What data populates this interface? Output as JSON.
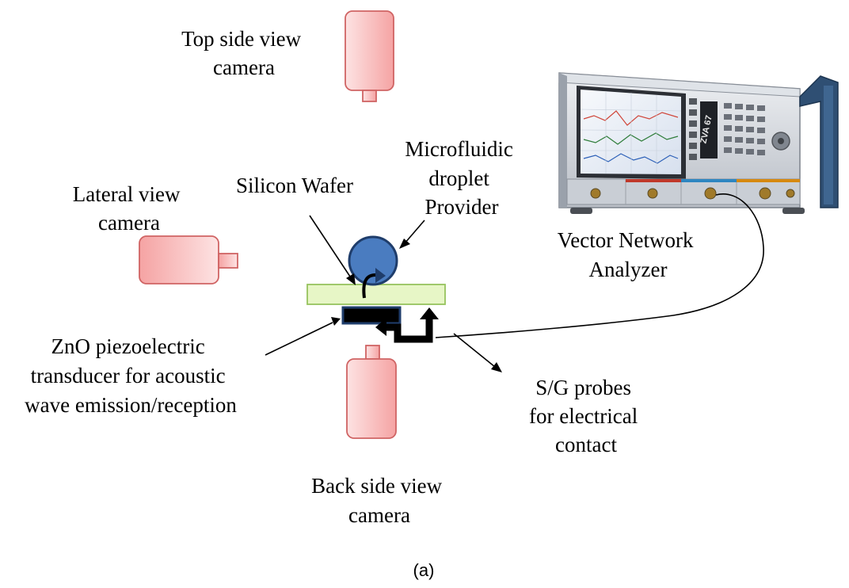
{
  "colors": {
    "camera_fill_light": "#fde3e3",
    "camera_fill_dark": "#f5a3a3",
    "camera_stroke": "#d06464",
    "wafer_fill": "#e7f6c6",
    "wafer_stroke": "#97c35e",
    "droplet_fill": "#4a7cc0",
    "droplet_stroke": "#1f3d6b",
    "transducer_fill": "#000000",
    "transducer_stroke": "#1f3d6b",
    "probe_color": "#000000"
  },
  "labels": {
    "top_camera": [
      "Top side view",
      "camera"
    ],
    "lateral_camera": [
      "Lateral view",
      "camera"
    ],
    "silicon_wafer": [
      "Silicon Wafer"
    ],
    "droplet_provider": [
      "Microfluidic",
      "droplet",
      "Provider"
    ],
    "vna": [
      "Vector Network",
      "Analyzer"
    ],
    "transducer": [
      "ZnO piezoelectric",
      "transducer for acoustic",
      "wave emission/reception"
    ],
    "probes": [
      "S/G probes",
      "for electrical",
      "contact"
    ],
    "back_camera": [
      "Back side view",
      "camera"
    ],
    "caption": "(a)"
  },
  "instrument": {
    "model_text": "ZVA 67",
    "icon": "vector-network-analyzer-icon"
  }
}
